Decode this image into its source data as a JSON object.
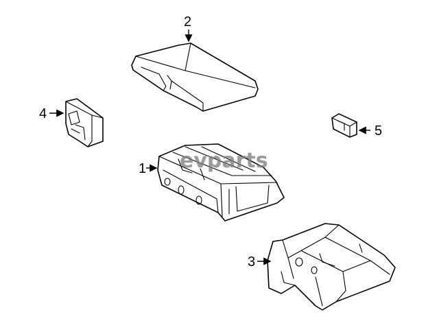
{
  "diagram": {
    "watermark": "evparts",
    "callouts": [
      {
        "id": "1",
        "label": "1"
      },
      {
        "id": "2",
        "label": "2"
      },
      {
        "id": "3",
        "label": "3"
      },
      {
        "id": "4",
        "label": "4"
      },
      {
        "id": "5",
        "label": "5"
      }
    ]
  },
  "colors": {
    "line": "#000000",
    "background": "#ffffff",
    "watermark": "#7a7a7a"
  }
}
